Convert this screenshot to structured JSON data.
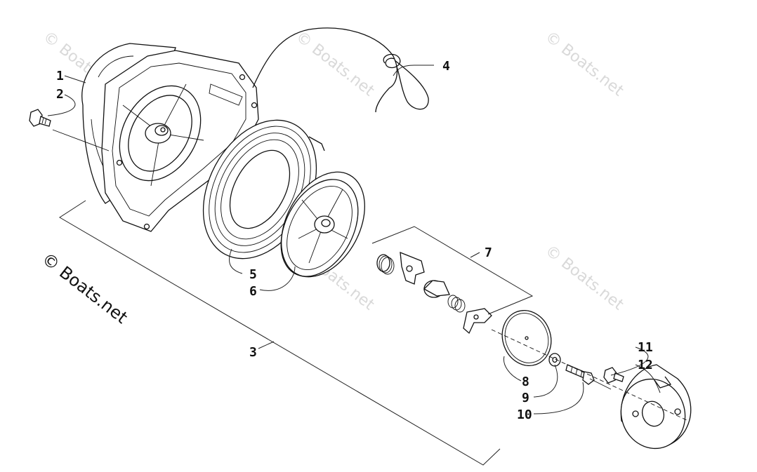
{
  "diagram": {
    "labels": {
      "p1": "1",
      "p2": "2",
      "p3": "3",
      "p4": "4",
      "p5": "5",
      "p6": "6",
      "p7": "7",
      "p8": "8",
      "p9": "9",
      "p10": "10",
      "p11": "11",
      "p12": "12"
    },
    "watermark": "© Boats.net"
  }
}
